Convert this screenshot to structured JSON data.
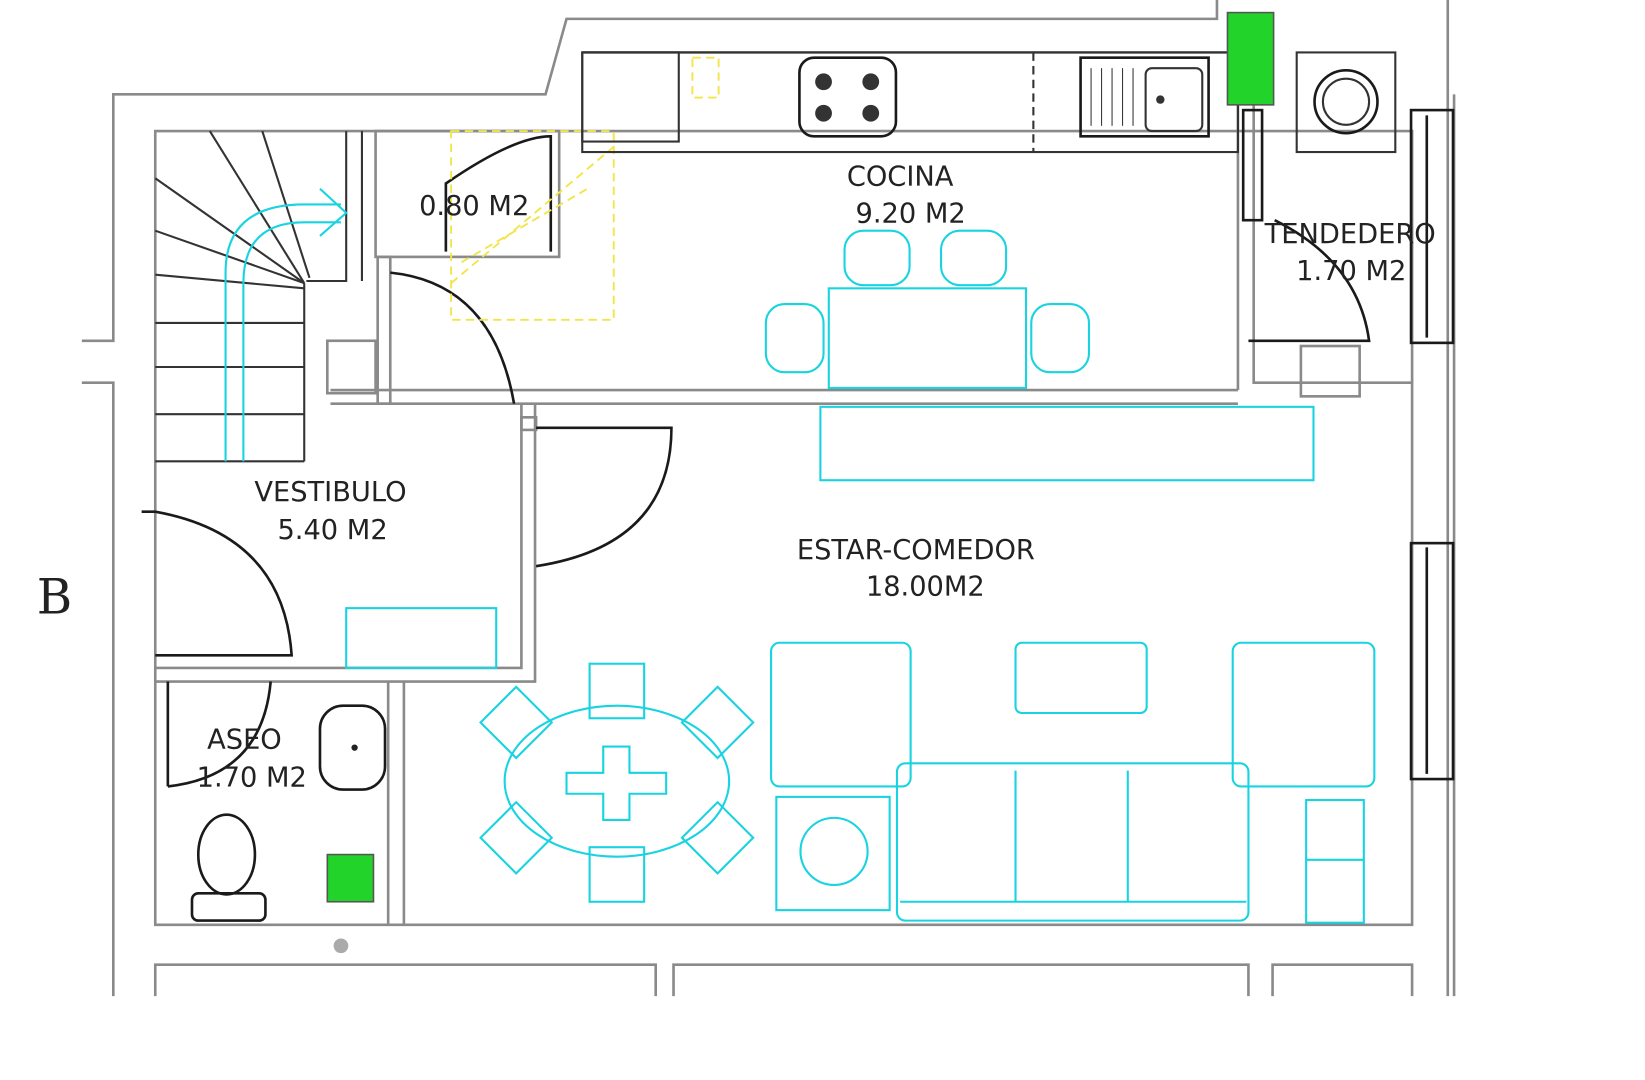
{
  "plan": {
    "section_marker": "B",
    "rooms": {
      "cocina": {
        "name": "COCINA",
        "area": "9.20 M2"
      },
      "despensa": {
        "area": "0.80 M2"
      },
      "tendedero": {
        "name": "TENDEDERO",
        "area": "1.70 M2"
      },
      "vestibulo": {
        "name": "VESTIBULO",
        "area": "5.40 M2"
      },
      "estar": {
        "name": "ESTAR-COMEDOR",
        "area": "18.00M2"
      },
      "aseo": {
        "name": "ASEO",
        "area": "1.70 M2"
      }
    },
    "colors": {
      "walls": "#8a8a8a",
      "furniture": "#19d3e0",
      "stairs_hidden": "#f1e54a",
      "ventilation": "#22d42a"
    }
  }
}
